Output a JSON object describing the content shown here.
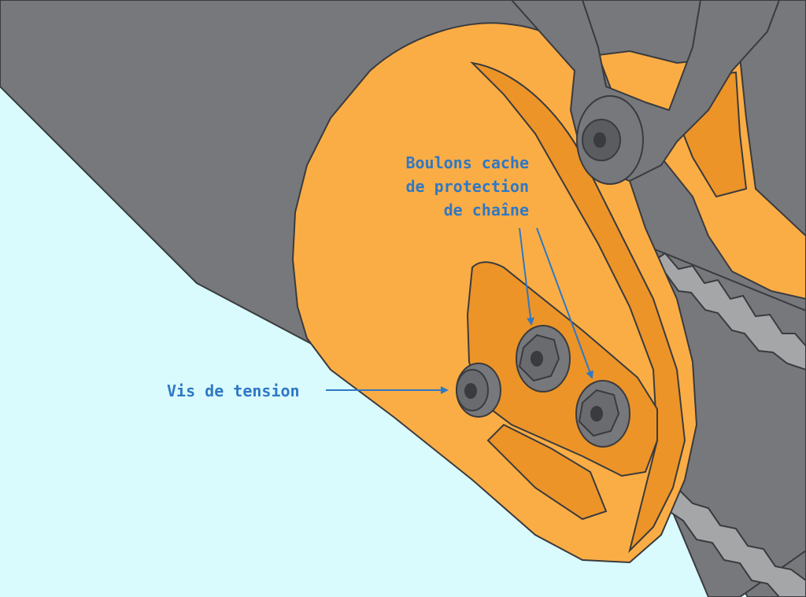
{
  "annotations": {
    "bolts_label": [
      "Boulons cache",
      "de protection",
      "de chaîne"
    ],
    "tension_label": "Vis de tension"
  },
  "colors": {
    "background": "#d9fbfd",
    "body": "#77787c",
    "cover": "#fbad45",
    "cover_dark": "#ec9428",
    "outline": "#3a3b3e",
    "label": "#2f78c4",
    "bar": "#a5a6a8"
  }
}
